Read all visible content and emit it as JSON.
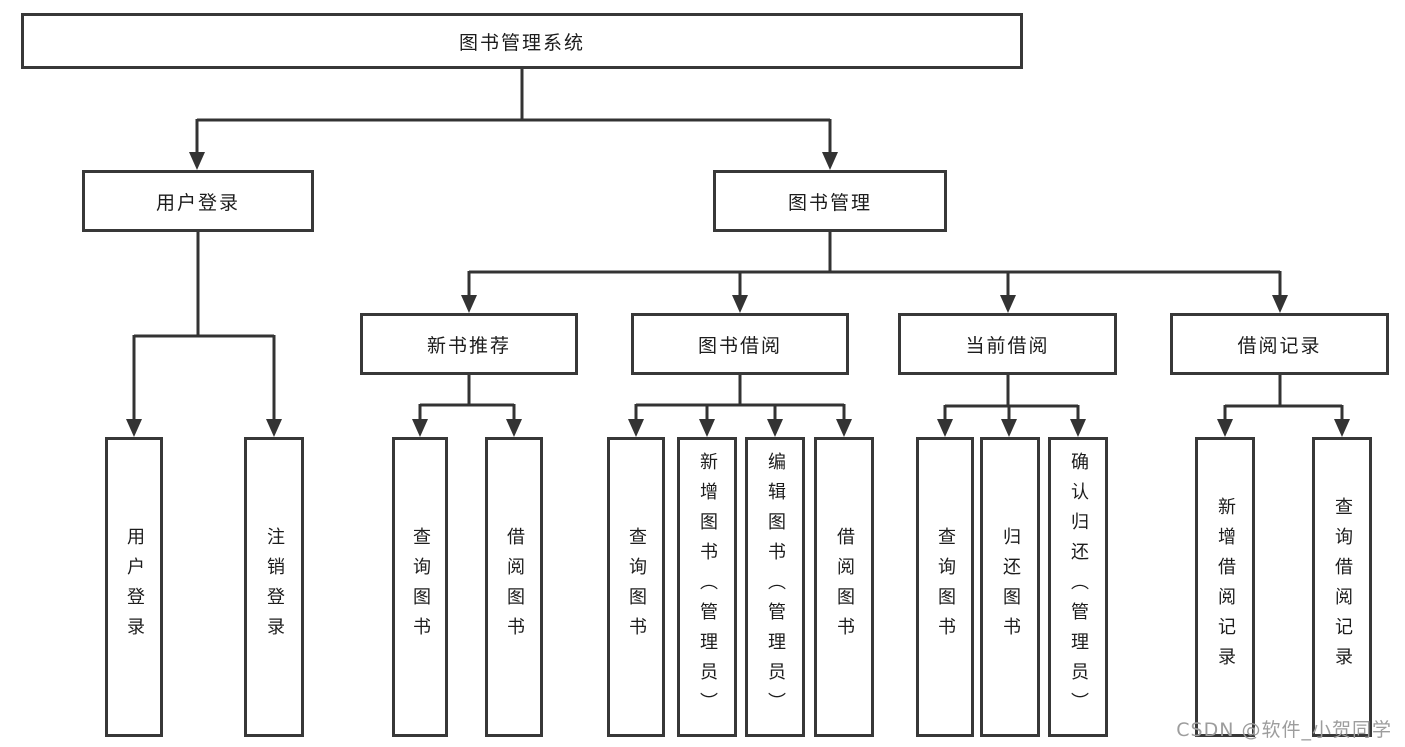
{
  "diagram": {
    "type": "hierarchy",
    "colors": {
      "line": "#333333",
      "box_border": "#383838",
      "box_fill": "#ffffff",
      "text": "#1c1c1c",
      "watermark": "#9d9d9d"
    },
    "tree": {
      "label": "图书管理系统",
      "children": [
        {
          "label": "用户登录",
          "children": [
            {
              "label": "用户登录"
            },
            {
              "label": "注销登录"
            }
          ]
        },
        {
          "label": "图书管理",
          "children": [
            {
              "label": "新书推荐",
              "children": [
                {
                  "label": "查询图书"
                },
                {
                  "label": "借阅图书"
                }
              ]
            },
            {
              "label": "图书借阅",
              "children": [
                {
                  "label": "查询图书"
                },
                {
                  "label": "新增图书（管理员）"
                },
                {
                  "label": "编辑图书（管理员）"
                },
                {
                  "label": "借阅图书"
                }
              ]
            },
            {
              "label": "当前借阅",
              "children": [
                {
                  "label": "查询图书"
                },
                {
                  "label": "归还图书"
                },
                {
                  "label": "确认归还（管理员）"
                }
              ]
            },
            {
              "label": "借阅记录",
              "children": [
                {
                  "label": "新增借阅记录"
                },
                {
                  "label": "查询借阅记录"
                }
              ]
            }
          ]
        }
      ]
    },
    "watermark": {
      "text": "CSDN @软件_小贺同学"
    }
  }
}
